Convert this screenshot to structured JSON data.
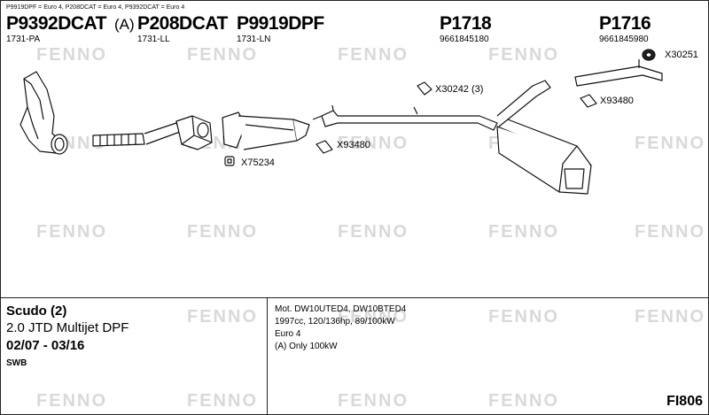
{
  "header_note": "P9919DPF = Euro 4, P208DCAT = Euro 4, P9392DCAT = Euro 4",
  "parts": [
    {
      "number": "P9392DCAT",
      "ref": "1731-PA"
    },
    {
      "number": "P208DCAT",
      "prefix": "(A)",
      "ref": "1731-LL"
    },
    {
      "number": "P9919DPF",
      "ref": "1731-LN"
    },
    {
      "number": "P1718",
      "ref": "9661845180"
    },
    {
      "number": "P1716",
      "ref": "9661845980"
    }
  ],
  "accessories": {
    "x30251": "X30251",
    "x30242": "X30242 (3)",
    "x93480_a": "X93480",
    "x93480_b": "X93480",
    "x75234": "X75234"
  },
  "watermark": "FENNO",
  "vehicle": {
    "name": "Scudo (2)",
    "engine": "2.0 JTD Multijet DPF",
    "years": "02/07 - 03/16",
    "variant": "SWB"
  },
  "engine_info": [
    "Mot. DW10UTED4, DW10BTED4",
    "1997cc, 120/136hp, 89/100kW",
    "Euro 4",
    "(A) Only 100kW"
  ],
  "sheet_id": "FI806"
}
